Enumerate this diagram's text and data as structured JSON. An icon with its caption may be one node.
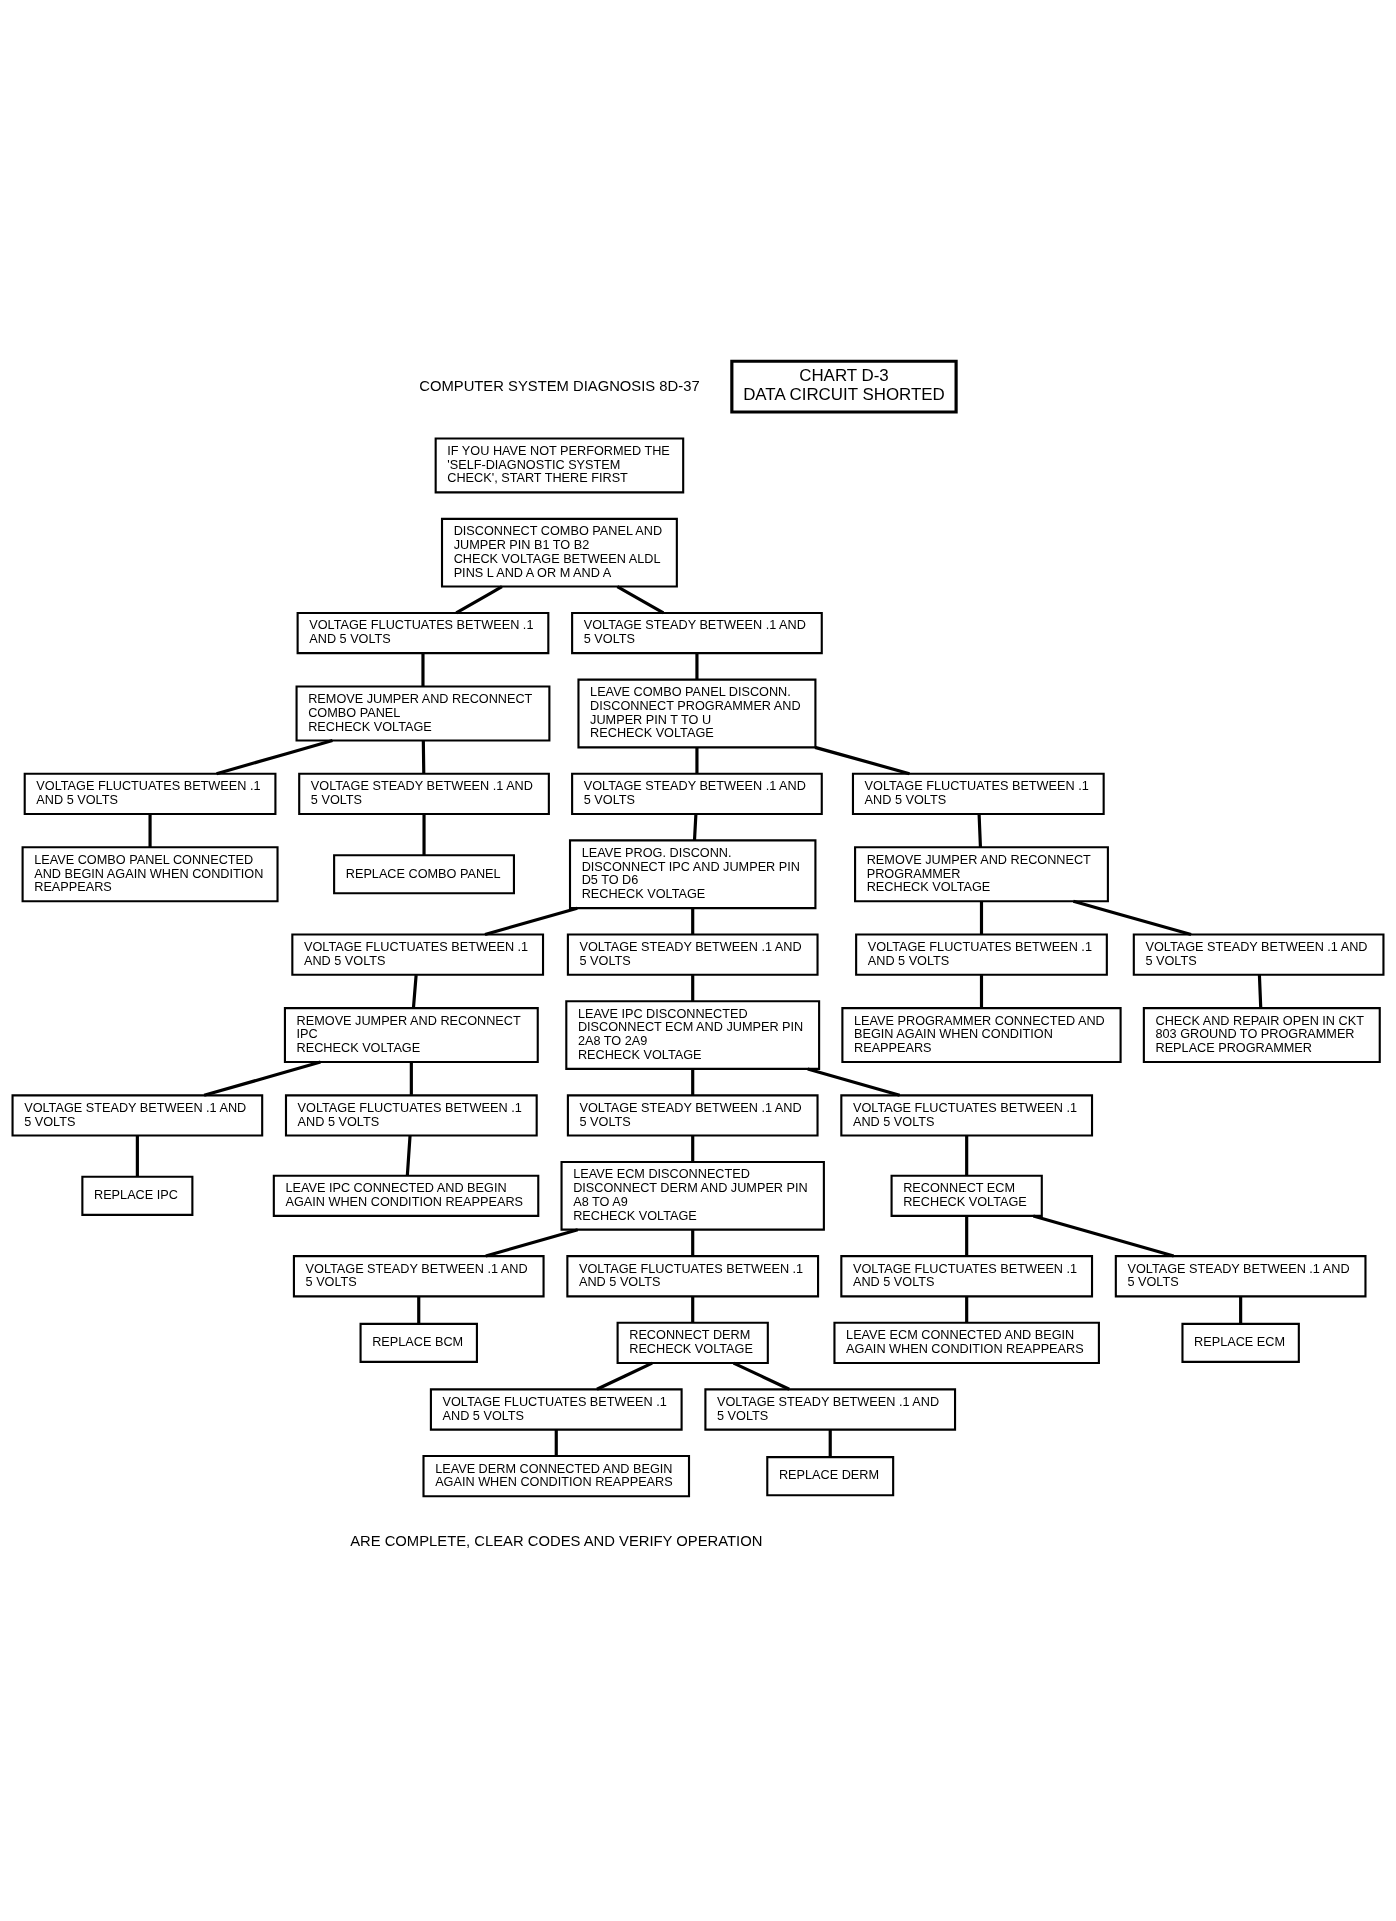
{
  "diagram": {
    "nodes": [
      {
        "text": [
          "IF YOU HAVE NOT PERFORMED THE 'SELF-DIAGNOSTIC SYSTEM CHECK', START THERE FIRST"
        ]
      },
      {
        "text": [
          "CHART D-3",
          "DATA CIRCUIT SHORTED"
        ]
      },
      {
        "text": [
          "DISCONNECT COMBO PANEL AND JUMPER PIN B1 TO B2",
          "CHECK VOLTAGE BETWEEN ALDL PINS L AND A OR M AND A"
        ]
      },
      {
        "text": [
          "VOLTAGE FLUCTUATES BETWEEN .1 AND 5 VOLTS"
        ]
      },
      {
        "text": [
          "REMOVE JUMPER AND RECONNECT COMBO PANEL",
          "RECHECK VOLTAGE"
        ]
      },
      {
        "text": [
          "VOLTAGE STEADY BETWEEN .1 AND 5 VOLTS"
        ]
      },
      {
        "text": [
          "LEAVE COMBO PANEL DISCONN.",
          "DISCONNECT PROGRAMMER AND JUMPER PIN T TO U",
          "RECHECK VOLTAGE"
        ]
      },
      {
        "text": [
          "VOLTAGE FLUCTUATES BETWEEN .1 AND 5 VOLTS"
        ]
      },
      {
        "text": [
          "LEAVE COMBO PANEL CONNECTED AND BEGIN AGAIN WHEN CONDITION REAPPEARS"
        ]
      },
      {
        "text": [
          "VOLTAGE STEADY BETWEEN .1 AND 5 VOLTS"
        ]
      },
      {
        "text": [
          "REPLACE COMBO PANEL"
        ]
      },
      {
        "text": [
          "VOLTAGE STEADY BETWEEN .1 AND 5 VOLTS"
        ]
      },
      {
        "text": [
          "LEAVE PROG. DISCONN.",
          "DISCONNECT IPC AND JUMPER PIN D5 TO D6",
          "RECHECK VOLTAGE"
        ]
      },
      {
        "text": [
          "VOLTAGE FLUCTUATES BETWEEN .1 AND 5 VOLTS"
        ]
      },
      {
        "text": [
          "REMOVE JUMPER AND RECONNECT PROGRAMMER",
          "RECHECK VOLTAGE"
        ]
      },
      {
        "text": [
          "VOLTAGE FLUCTUATES BETWEEN .1 AND 5 VOLTS"
        ]
      },
      {
        "text": [
          "LEAVE PROGRAMMER CONNECTED AND BEGIN AGAIN WHEN CONDITION REAPPEARS"
        ]
      },
      {
        "text": [
          "VOLTAGE STEADY BETWEEN .1 AND 5 VOLTS"
        ]
      },
      {
        "text": [
          "CHECK AND REPAIR OPEN IN CKT 803 GROUND TO PROGRAMMER",
          "REPLACE PROGRAMMER"
        ]
      },
      {
        "text": [
          "VOLTAGE FLUCTUATES BETWEEN .1 AND 5 VOLTS"
        ]
      },
      {
        "text": [
          "REMOVE JUMPER AND RECONNECT IPC",
          "RECHECK VOLTAGE"
        ]
      },
      {
        "text": [
          "VOLTAGE STEADY BETWEEN .1 AND 5 VOLTS"
        ]
      },
      {
        "text": [
          "REPLACE IPC"
        ]
      },
      {
        "text": [
          "VOLTAGE FLUCTUATES BETWEEN .1 AND 5 VOLTS"
        ]
      },
      {
        "text": [
          "LEAVE IPC CONNECTED AND BEGIN AGAIN WHEN CONDITION REAPPEARS"
        ]
      },
      {
        "text": [
          "VOLTAGE STEADY BETWEEN .1 AND 5 VOLTS"
        ]
      },
      {
        "text": [
          "LEAVE IPC DISCONNECTED",
          "DISCONNECT ECM AND JUMPER PIN 2A8 TO 2A9",
          "RECHECK VOLTAGE"
        ]
      },
      {
        "text": [
          "VOLTAGE STEADY BETWEEN .1 AND 5 VOLTS"
        ]
      },
      {
        "text": [
          "LEAVE ECM DISCONNECTED",
          "DISCONNECT DERM AND JUMPER PIN A8 TO A9",
          "RECHECK VOLTAGE"
        ]
      },
      {
        "text": [
          "VOLTAGE FLUCTUATES BETWEEN .1 AND 5 VOLTS"
        ]
      },
      {
        "text": [
          "RECONNECT ECM",
          "RECHECK VOLTAGE"
        ]
      },
      {
        "text": [
          "VOLTAGE FLUCTUATES BETWEEN .1 AND 5 VOLTS"
        ]
      },
      {
        "text": [
          "LEAVE ECM CONNECTED AND BEGIN AGAIN WHEN CONDITION REAPPEARS"
        ]
      },
      {
        "text": [
          "VOLTAGE STEADY BETWEEN .1 AND 5 VOLTS"
        ]
      },
      {
        "text": [
          "REPLACE ECM"
        ]
      },
      {
        "text": [
          "VOLTAGE STEADY BETWEEN .1 AND 5 VOLTS"
        ]
      },
      {
        "text": [
          "REPLACE BCM"
        ]
      },
      {
        "text": [
          "VOLTAGE FLUCTUATES BETWEEN .1 AND 5 VOLTS"
        ]
      },
      {
        "text": [
          "RECONNECT DERM",
          "RECHECK VOLTAGE"
        ]
      },
      {
        "text": [
          "VOLTAGE FLUCTUATES BETWEEN .1 AND 5 VOLTS"
        ]
      },
      {
        "text": [
          "LEAVE DERM CONNECTED AND BEGIN AGAIN WHEN CONDITION REAPPEARS"
        ]
      },
      {
        "text": [
          "VOLTAGE STEADY BETWEEN .1 AND 5 VOLTS"
        ]
      },
      {
        "text": [
          "REPLACE DERM"
        ]
      }
    ],
    "edges": [
      {
        "from": 2,
        "to": 3,
        "arrow": "none"
      },
      {
        "from": 2,
        "to": 5,
        "arrow": "none"
      },
      {
        "from": 3,
        "to": 4,
        "arrow": "none"
      },
      {
        "from": 5,
        "to": 6,
        "arrow": "none"
      },
      {
        "from": 4,
        "to": 7,
        "arrow": "none"
      },
      {
        "from": 4,
        "to": 9,
        "arrow": "none"
      },
      {
        "from": 7,
        "to": 8,
        "arrow": "none"
      },
      {
        "from": 9,
        "to": 10,
        "arrow": "none"
      },
      {
        "from": 6,
        "to": 11,
        "arrow": "none"
      },
      {
        "from": 6,
        "to": 13,
        "arrow": "none"
      },
      {
        "from": 11,
        "to": 12,
        "arrow": "none"
      },
      {
        "from": 13,
        "to": 14,
        "arrow": "none"
      },
      {
        "from": 14,
        "to": 15,
        "arrow": "none"
      },
      {
        "from": 14,
        "to": 17,
        "arrow": "none"
      },
      {
        "from": 15,
        "to": 16,
        "arrow": "none"
      },
      {
        "from": 17,
        "to": 18,
        "arrow": "none"
      },
      {
        "from": 12,
        "to": 19,
        "arrow": "none"
      },
      {
        "from": 12,
        "to": 25,
        "arrow": "none"
      },
      {
        "from": 19,
        "to": 20,
        "arrow": "none"
      },
      {
        "from": 20,
        "to": 21,
        "arrow": "none"
      },
      {
        "from": 20,
        "to": 23,
        "arrow": "none"
      },
      {
        "from": 21,
        "to": 22,
        "arrow": "none"
      },
      {
        "from": 23,
        "to": 24,
        "arrow": "none"
      },
      {
        "from": 25,
        "to": 26,
        "arrow": "none"
      },
      {
        "from": 26,
        "to": 27,
        "arrow": "none"
      },
      {
        "from": 26,
        "to": 29,
        "arrow": "none"
      },
      {
        "from": 27,
        "to": 28,
        "arrow": "none"
      },
      {
        "from": 29,
        "to": 30,
        "arrow": "none"
      },
      {
        "from": 30,
        "to": 31,
        "arrow": "none"
      },
      {
        "from": 30,
        "to": 33,
        "arrow": "none"
      },
      {
        "from": 31,
        "to": 32,
        "arrow": "none"
      },
      {
        "from": 33,
        "to": 34,
        "arrow": "none"
      },
      {
        "from": 28,
        "to": 35,
        "arrow": "none"
      },
      {
        "from": 28,
        "to": 37,
        "arrow": "none"
      },
      {
        "from": 35,
        "to": 36,
        "arrow": "none"
      },
      {
        "from": 37,
        "to": 38,
        "arrow": "none"
      },
      {
        "from": 38,
        "to": 39,
        "arrow": "none"
      },
      {
        "from": 38,
        "to": 41,
        "arrow": "none"
      },
      {
        "from": 39,
        "to": 40,
        "arrow": "none"
      },
      {
        "from": 41,
        "to": 42,
        "arrow": "none"
      }
    ],
    "labels": [
      "COMPUTER SYSTEM DIAGNOSIS 8D-37",
      "ARE COMPLETE, CLEAR CODES AND VERIFY OPERATION"
    ]
  }
}
